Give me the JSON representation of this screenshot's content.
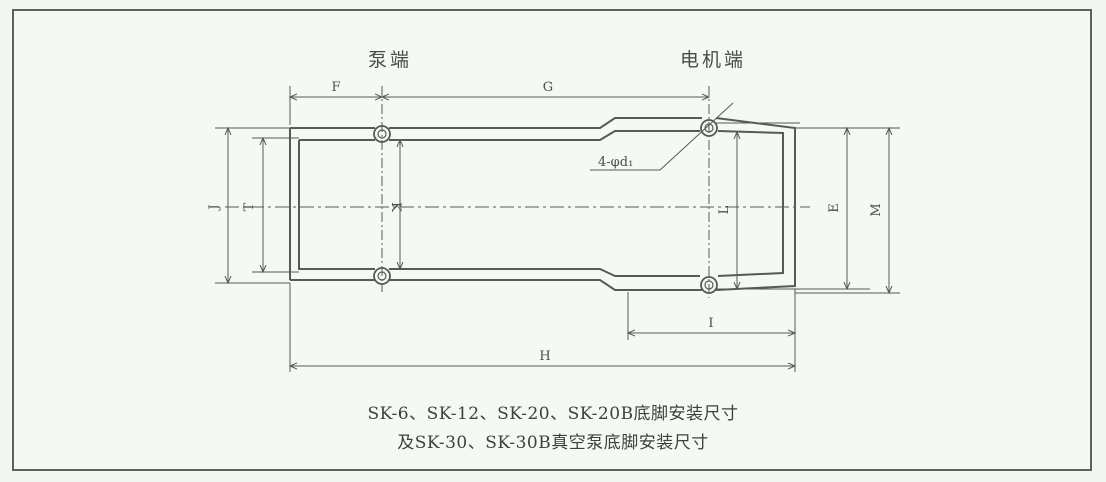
{
  "labels": {
    "pump_end": "泵端",
    "motor_end": "电机端",
    "hole_spec": "4-φd₁"
  },
  "dimensions": {
    "F": "F",
    "G": "G",
    "H": "H",
    "I": "I",
    "J": "J",
    "T": "T",
    "K": "K",
    "L": "L",
    "E": "E",
    "M": "M"
  },
  "caption": {
    "line1": "SK-6、SK-12、SK-20、SK-20B底脚安装尺寸",
    "line2": "及SK-30、SK-30B真空泵底脚安装尺寸"
  },
  "colors": {
    "line": "#565c52",
    "background": "#f3f6f1",
    "text": "#3c4139"
  }
}
